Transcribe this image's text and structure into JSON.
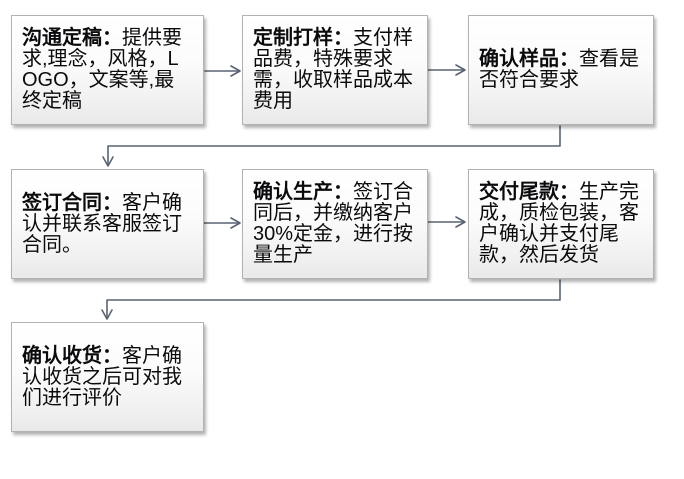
{
  "page": {
    "background_color": "#ffffff"
  },
  "diagram": {
    "type": "flowchart",
    "arrow_color": "#5a6472",
    "box_border_color": "#b2b2b2",
    "box_fill_top": "#ffffff",
    "box_fill_bottom": "#e9e9e9",
    "text_color": "#0b0b0e",
    "steps": [
      {
        "title": "沟通定稿：",
        "body": "提供要求,理念，风格，LOGO，文案等,最终定稿"
      },
      {
        "title": "定制打样：",
        "body": "支付样品费，特殊要求需，收取样品成本费用"
      },
      {
        "title": "确认样品：",
        "body": "查看是否符合要求"
      },
      {
        "title": "签订合同：",
        "body": "客户确认并联系客服签订合同。"
      },
      {
        "title": "确认生产：",
        "body": "签订合同后，并缴纳客户30%定金，进行按量生产"
      },
      {
        "title": "交付尾款：",
        "body": "生产完成，质检包装，客户确认并支付尾款，然后发货"
      },
      {
        "title": "确认收货：",
        "body": "客户确认收货之后可对我们进行评价"
      }
    ]
  }
}
